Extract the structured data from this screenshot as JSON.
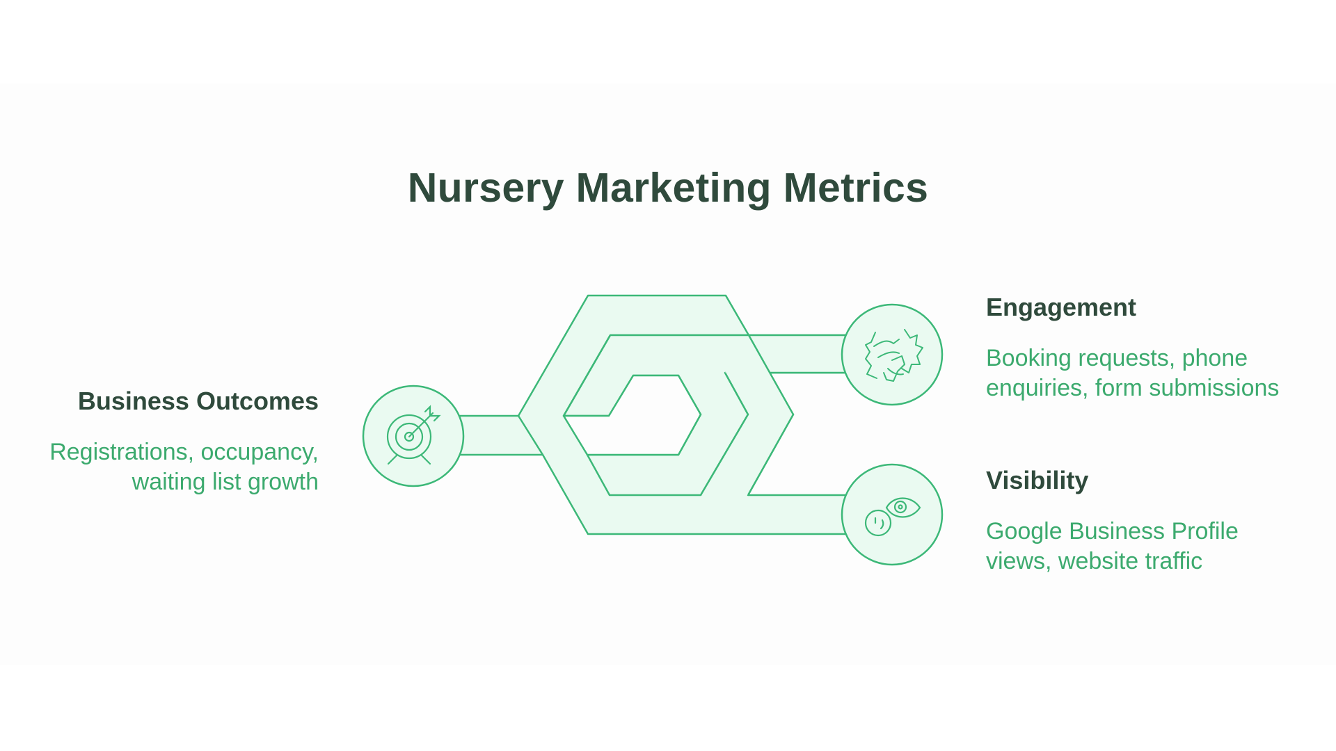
{
  "title": "Nursery Marketing Metrics",
  "colors": {
    "outline": "#3cb878",
    "fill": "#eafaf1",
    "heading": "#2f4a3c",
    "description": "#3caa6e"
  },
  "items": [
    {
      "heading": "Business Outcomes",
      "description_line1": "Registrations, occupancy,",
      "description_line2": "waiting list growth",
      "icon": "target-icon"
    },
    {
      "heading": "Engagement",
      "description_line1": "Booking requests, phone",
      "description_line2": "enquiries, form submissions",
      "icon": "handshake-icon"
    },
    {
      "heading": "Visibility",
      "description_line1": "Google Business Profile",
      "description_line2": "views, website traffic",
      "icon": "eye-icon"
    }
  ]
}
